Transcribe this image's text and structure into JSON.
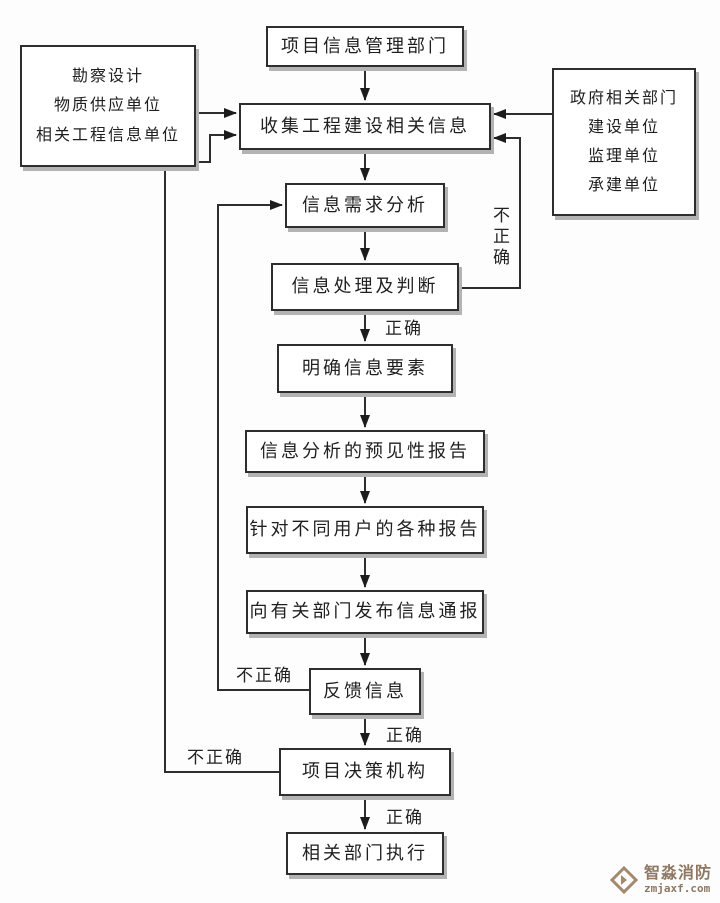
{
  "diagram": {
    "nodes": {
      "top_dept": {
        "label": "项目信息管理部门"
      },
      "left_sources": {
        "lines": [
          "勘察设计",
          "物质供应单位",
          "相关工程信息单位"
        ]
      },
      "right_sources": {
        "lines": [
          "政府相关部门",
          "建设单位",
          "监理单位",
          "承建单位"
        ]
      },
      "collect": {
        "label": "收集工程建设相关信息"
      },
      "demand": {
        "label": "信息需求分析"
      },
      "process": {
        "label": "信息处理及判断"
      },
      "clarify": {
        "label": "明确信息要素"
      },
      "forecast": {
        "label": "信息分析的预见性报告"
      },
      "reports": {
        "label": "针对不同用户的各种报告"
      },
      "publish": {
        "label": "向有关部门发布信息通报"
      },
      "feedback": {
        "label": "反馈信息"
      },
      "decision": {
        "label": "项目决策机构"
      },
      "execute": {
        "label": "相关部门执行"
      }
    },
    "edge_labels": {
      "correct_after_process": "正确",
      "correct_after_feedback": "正确",
      "correct_after_decision": "正确",
      "incorrect_process_loop": "不正确",
      "incorrect_feedback_loop": "不正确",
      "incorrect_decision_loop": "不正确"
    },
    "colors": {
      "line": "#2e2e2e",
      "node_border": "#2e2e2e",
      "node_shadow": "#b3b3b3",
      "background": "#fdfdfd"
    }
  },
  "watermark": {
    "brand": "智淼消防",
    "domain": "zmjaxf.com",
    "color": "#8e7863"
  }
}
